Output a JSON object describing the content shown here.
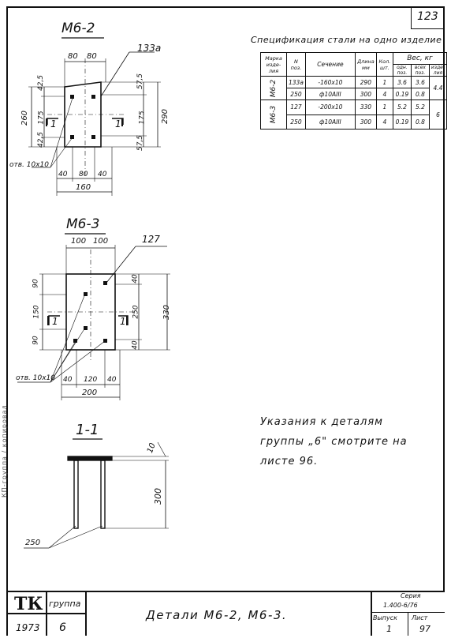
{
  "sheet_number": "123",
  "side_stamp": "КП-группа / копировал",
  "details": {
    "m62": {
      "title": "М6-2",
      "callout": "133а",
      "dims_top": [
        "80",
        "80"
      ],
      "dims_bottom": [
        "40",
        "80",
        "40"
      ],
      "dim_total_bottom": "160",
      "dims_left": [
        "42,5",
        "175",
        "42,5"
      ],
      "dim_total_left": "260",
      "dims_right": [
        "57,5",
        "175",
        "57,5"
      ],
      "dim_total_right": "290",
      "hole": "отв. 10х10",
      "section_mark": "1"
    },
    "m63": {
      "title": "М6-3",
      "callout": "127",
      "dims_top": [
        "100",
        "100"
      ],
      "dims_bottom": [
        "40",
        "120",
        "40"
      ],
      "dim_total_bottom": "200",
      "dims_left": [
        "90",
        "150",
        "90"
      ],
      "dims_right": [
        "40",
        "250",
        "40"
      ],
      "dim_total_right": "330",
      "hole": "отв. 10х10",
      "section_mark": "1"
    },
    "section": {
      "title": "1-1",
      "dim_thick": "10",
      "dim_height": "300",
      "callout": "250"
    }
  },
  "spec": {
    "title": "Спецификация стали на одно изделие",
    "headers": {
      "item": "Марка изде-лия",
      "pos": "N поз.",
      "section": "Сечение",
      "length": "Длина мм",
      "qty": "Кол. шт.",
      "weight": "Вес, кг",
      "w_one": "одн. поз.",
      "w_all": "всех поз.",
      "w_item": "изде-лия"
    },
    "groups": [
      {
        "item": "М6-2",
        "rows": [
          {
            "pos": "133а",
            "section": "-160х10",
            "length": "290",
            "qty": "1",
            "w_one": "3.6",
            "w_all": "3.6"
          },
          {
            "pos": "250",
            "section": "ф10АIII",
            "length": "300",
            "qty": "4",
            "w_one": "0.19",
            "w_all": "0.8"
          }
        ],
        "w_item": "4.4"
      },
      {
        "item": "М6-3",
        "rows": [
          {
            "pos": "127",
            "section": "-200х10",
            "length": "330",
            "qty": "1",
            "w_one": "5.2",
            "w_all": "5.2"
          },
          {
            "pos": "250",
            "section": "ф10АIII",
            "length": "300",
            "qty": "4",
            "w_one": "0.19",
            "w_all": "0.8"
          }
        ],
        "w_item": "6"
      }
    ]
  },
  "note": "Указания к деталям\nгруппы „6\" смотрите на\nлисте 96.",
  "title_block": {
    "org": "ТК",
    "year": "1973",
    "group_label": "группа",
    "group_value": "6",
    "title": "Детали М6-2, М6-3.",
    "series_label": "Серия",
    "series_value": "1.400-6/76",
    "issue_label": "Выпуск",
    "issue_value": "1",
    "sheet_label": "Лист",
    "sheet_value": "97"
  }
}
